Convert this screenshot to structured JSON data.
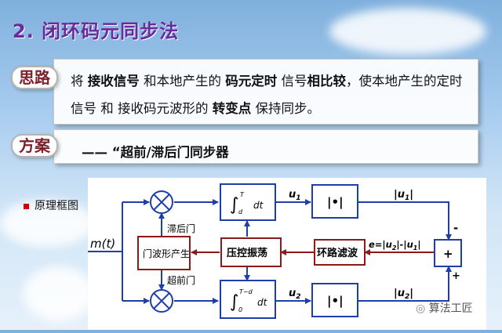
{
  "title": "2. 闭环码元同步法",
  "idea": {
    "tag": "思路",
    "segments": [
      {
        "t": "将 ",
        "b": false
      },
      {
        "t": "接收信号",
        "b": true
      },
      {
        "t": " 和本地产生的 ",
        "b": false
      },
      {
        "t": "码元定时",
        "b": true
      },
      {
        "t": " 信号",
        "b": false
      },
      {
        "t": "相比较",
        "b": true
      },
      {
        "t": "，使本地产生的定时信号 和 接收码元波形的 ",
        "b": false
      },
      {
        "t": "转变点",
        "b": true
      },
      {
        "t": " 保持同步。",
        "b": false
      }
    ]
  },
  "scheme": {
    "tag": "方案",
    "text": "—— “超前/滞后门同步器"
  },
  "bullet": "原理框图",
  "diagram": {
    "input": "m(t)",
    "gate_gen": "门波形产生",
    "late_gate": "滞后门",
    "early_gate": "超前门",
    "vco": "压控振荡",
    "loop_filter": "环路滤波",
    "integ_top_upper": "T",
    "integ_top_lower": "d",
    "integ_bot_upper": "T−d",
    "integ_bot_lower": "0",
    "integ_dt": "dt",
    "u1": "u",
    "u1_sub": "1",
    "u2": "u",
    "u2_sub": "2",
    "abs_label": "|•|",
    "abs_u1": "|u",
    "abs_u1_sub": "1",
    "abs_u2": "|u",
    "abs_u2_sub": "2",
    "error_eq": "e=|u",
    "error_eq_a": "2",
    "error_eq_b": "|-|u",
    "error_eq_c": "1",
    "error_eq_d": "|",
    "sum": "+",
    "minus_sign": "-",
    "plus_sign": "+"
  },
  "watermark": "算法工匠"
}
